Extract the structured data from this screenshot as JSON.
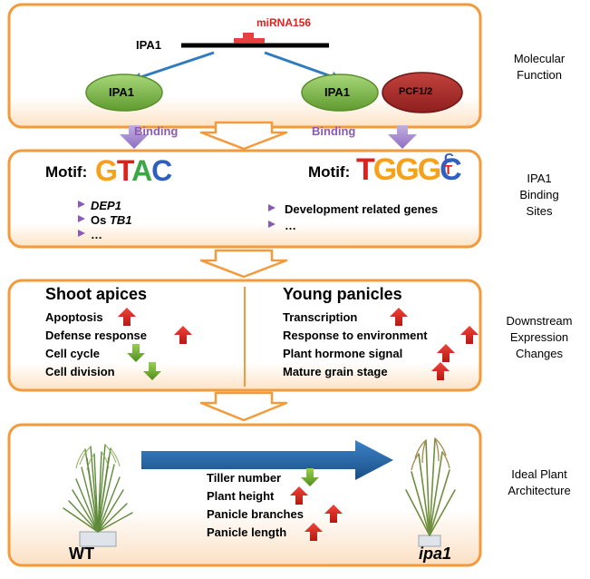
{
  "panel1": {
    "gene_label": "IPA1",
    "mirna_label": "miRNA156",
    "protein_left": "IPA1",
    "protein_right": "IPA1",
    "partner": "PCF1/2",
    "binding_left": "Binding",
    "binding_right": "Binding",
    "side_label_line1": "Molecular",
    "side_label_line2": "Function"
  },
  "panel2": {
    "motif_left_label": "Motif:",
    "motif_left_letters": [
      "G",
      "T",
      "A",
      "C"
    ],
    "motif_right_label": "Motif:",
    "motif_right_letters": [
      "T",
      "G",
      "G",
      "G",
      "C",
      "C",
      "T"
    ],
    "left_items": [
      {
        "prefix": "",
        "italic": "DEP1"
      },
      {
        "prefix": "Os ",
        "italic": "TB1"
      },
      {
        "prefix": "…",
        "italic": ""
      }
    ],
    "right_items": [
      "Development related genes",
      "…"
    ],
    "side_label_line1": "IPA1",
    "side_label_line2": "Binding",
    "side_label_line3": "Sites"
  },
  "panel3": {
    "left_title": "Shoot apices",
    "right_title": "Young panicles",
    "left_items": [
      {
        "label": "Apoptosis",
        "direction": "up"
      },
      {
        "label": "Defense response",
        "direction": "up"
      },
      {
        "label": "Cell cycle",
        "direction": "down"
      },
      {
        "label": "Cell division",
        "direction": "down"
      }
    ],
    "right_items": [
      {
        "label": "Transcription",
        "direction": "up"
      },
      {
        "label": "Response to environment",
        "direction": "up"
      },
      {
        "label": "Plant hormone signal",
        "direction": "up"
      },
      {
        "label": "Mature grain stage",
        "direction": "up"
      }
    ],
    "side_label_line1": "Downstream",
    "side_label_line2": "Expression",
    "side_label_line3": "Changes"
  },
  "panel4": {
    "wt_label": "WT",
    "mutant_label": "ipa1",
    "traits": [
      {
        "label": "Tiller number",
        "direction": "down"
      },
      {
        "label": "Plant height",
        "direction": "up"
      },
      {
        "label": "Panicle branches",
        "direction": "up"
      },
      {
        "label": "Panicle length",
        "direction": "up"
      }
    ],
    "side_label_line1": "Ideal Plant",
    "side_label_line2": "Architecture"
  },
  "colors": {
    "panel_border": "#f39a3a",
    "up_arrow": "#d9261c",
    "down_arrow": "#6ab023",
    "protein_fill": "#7ab648",
    "partner_fill": "#a82a2a",
    "binding_text": "#8a5bb0",
    "binding_arrow": "#a98bc9",
    "blue_arrow": "#2f7bbf",
    "mirna_red": "#e0201e",
    "big_arrow": "#1f5f9f"
  },
  "icons": {
    "up": "red-up-arrow-icon",
    "down": "green-down-arrow-icon",
    "wt_plant": "rice-plant-wt-icon",
    "mutant_plant": "rice-plant-ipa1-icon"
  }
}
